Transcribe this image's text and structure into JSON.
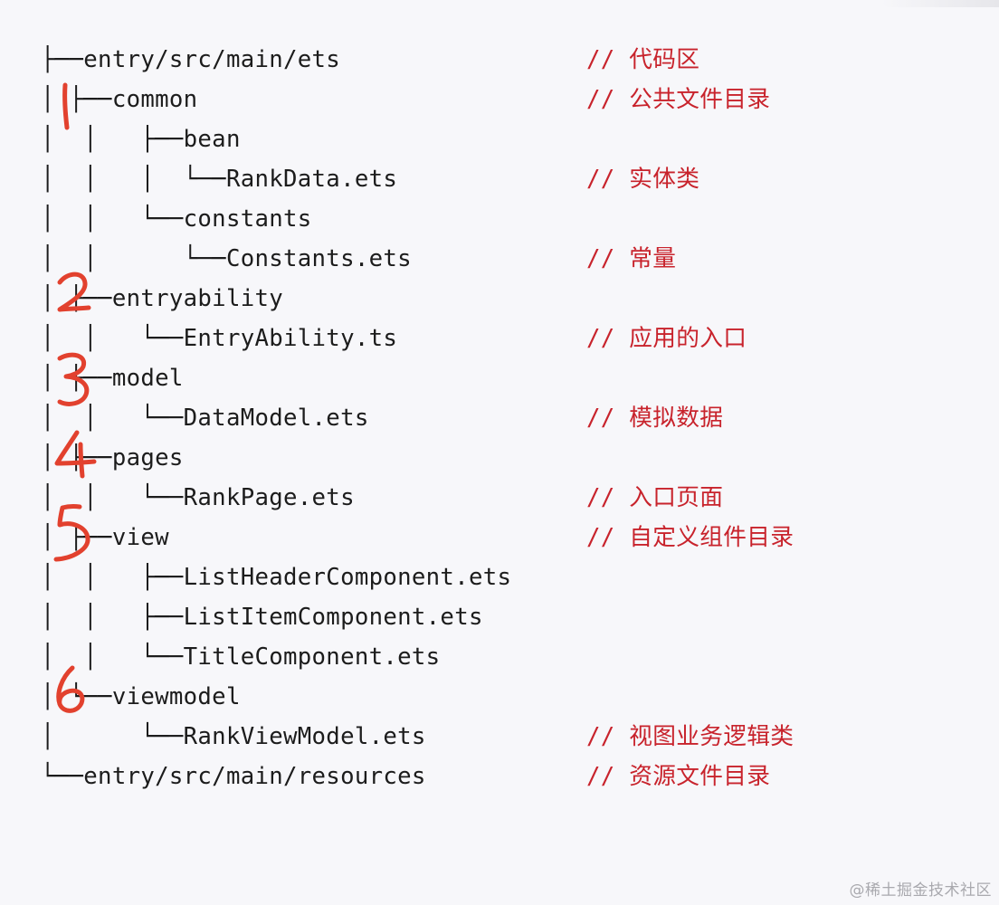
{
  "lines": [
    {
      "text": "├──entry/src/main/ets",
      "comment": "// 代码区"
    },
    {
      "text": "│ ├──common",
      "comment": "// 公共文件目录"
    },
    {
      "text": "│  │   ├──bean",
      "comment": ""
    },
    {
      "text": "│  │   │  └──RankData.ets",
      "comment": "// 实体类"
    },
    {
      "text": "│  │   └──constants",
      "comment": ""
    },
    {
      "text": "│  │      └──Constants.ets",
      "comment": "// 常量"
    },
    {
      "text": "│ ├──entryability",
      "comment": ""
    },
    {
      "text": "│  │   └──EntryAbility.ts",
      "comment": "// 应用的入口"
    },
    {
      "text": "│ ├──model",
      "comment": ""
    },
    {
      "text": "│  │   └──DataModel.ets",
      "comment": "// 模拟数据"
    },
    {
      "text": "│ ├──pages",
      "comment": ""
    },
    {
      "text": "│  │   └──RankPage.ets",
      "comment": "// 入口页面"
    },
    {
      "text": "│ ├──view",
      "comment": "// 自定义组件目录"
    },
    {
      "text": "│  │   ├──ListHeaderComponent.ets",
      "comment": ""
    },
    {
      "text": "│  │   ├──ListItemComponent.ets",
      "comment": ""
    },
    {
      "text": "│  │   └──TitleComponent.ets",
      "comment": ""
    },
    {
      "text": "│ └──viewmodel",
      "comment": ""
    },
    {
      "text": "│      └──RankViewModel.ets",
      "comment": "// 视图业务逻辑类"
    },
    {
      "text": "└──entry/src/main/resources",
      "comment": "// 资源文件目录"
    }
  ],
  "annotations": [
    "1",
    "2",
    "3",
    "4",
    "5",
    "6"
  ],
  "annotation_color": "#e2412e",
  "comment_color": "#c8232c",
  "watermark": "@稀土掘金技术社区"
}
